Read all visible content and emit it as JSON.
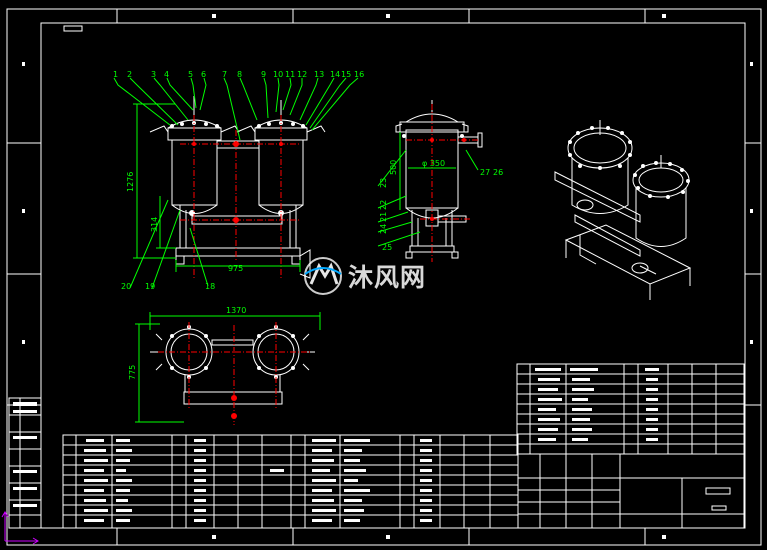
{
  "colors": {
    "background": "#000000",
    "frame": "#ffffff",
    "part_leader": "#00ff00",
    "centerline": "#ff0000",
    "dimension": "#00ff00",
    "watermark": "#ffffff"
  },
  "front_view": {
    "part_numbers": [
      "1",
      "2",
      "3",
      "4",
      "5",
      "6",
      "7",
      "8",
      "9",
      "10",
      "11",
      "12",
      "13",
      "14",
      "15",
      "16"
    ],
    "bottom_labels": [
      "20",
      "19",
      "18"
    ],
    "dim_height": "1276",
    "dim_lower": "314",
    "dim_width": "975"
  },
  "side_view": {
    "dim_upper": "500",
    "dim_diameter": "φ 350",
    "right_labels": [
      "27",
      "26"
    ],
    "left_labels": [
      "23",
      "22",
      "21",
      "24",
      "25"
    ]
  },
  "top_view": {
    "dim_width": "1370",
    "dim_depth": "775"
  },
  "watermark": {
    "icon": "mufeng-logo-icon",
    "text": "沐风网"
  }
}
